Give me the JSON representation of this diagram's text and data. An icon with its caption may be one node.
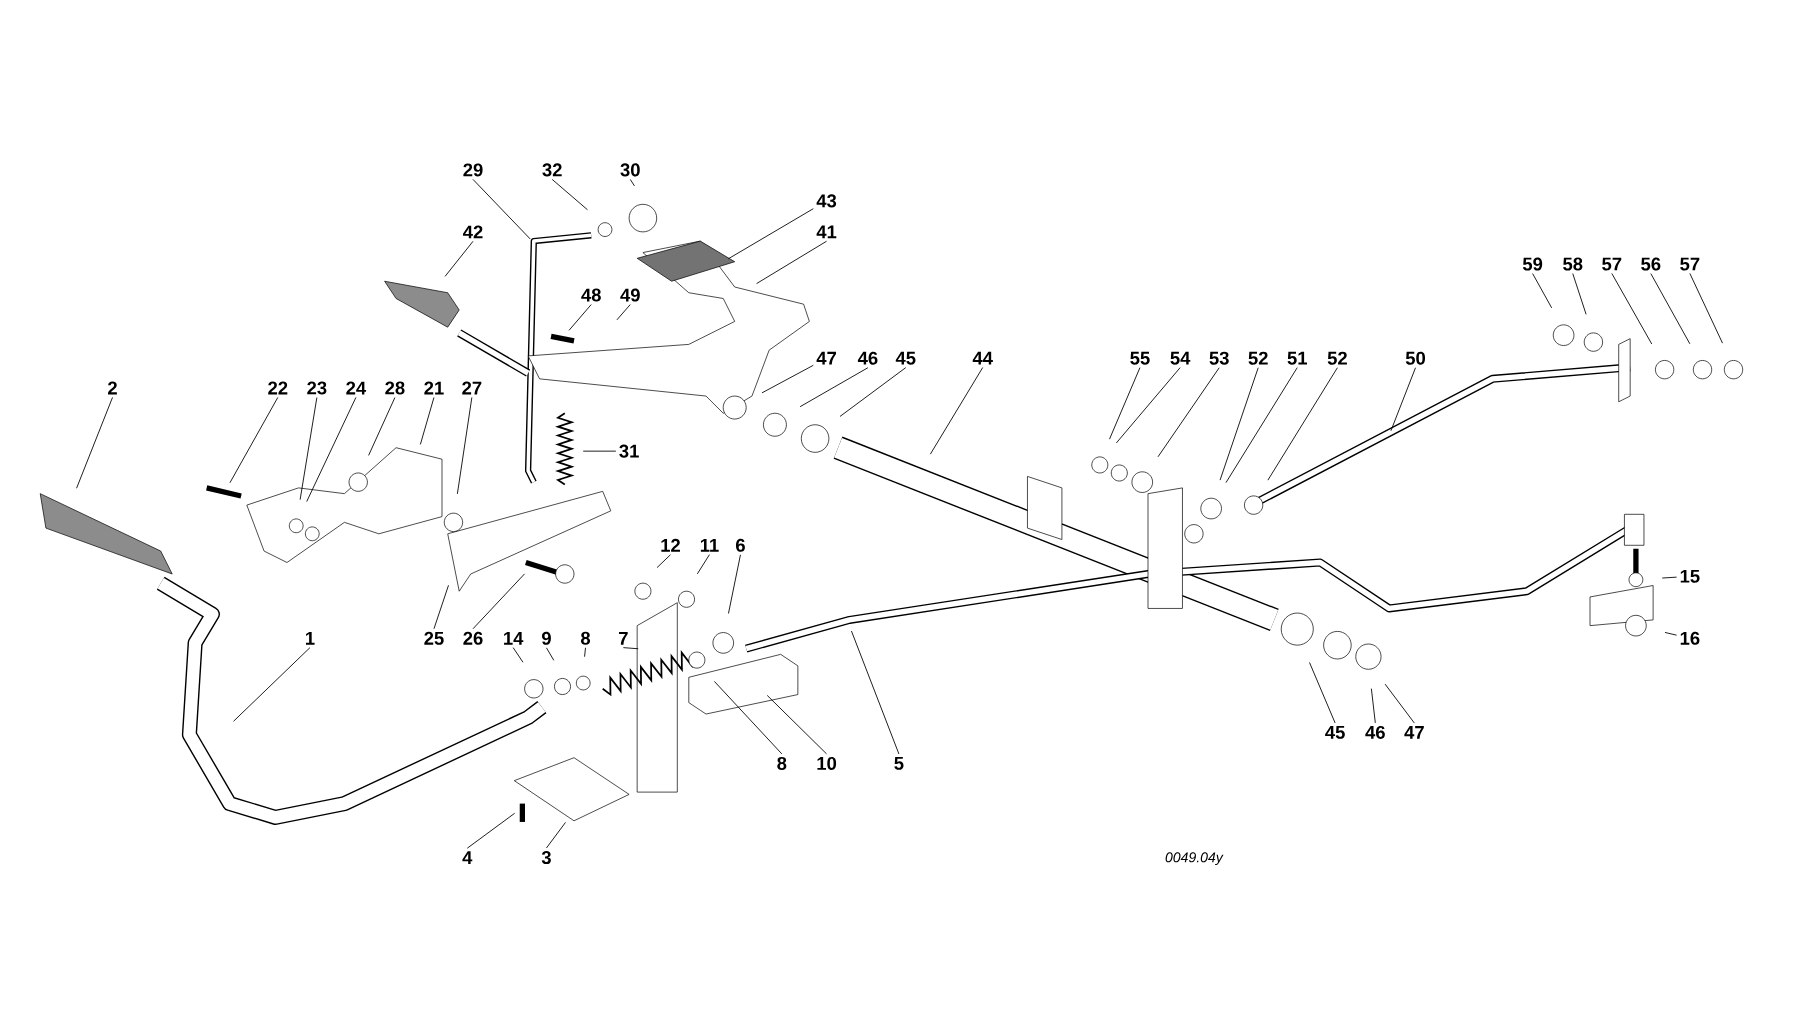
{
  "diagram": {
    "nodes": [
      {
        "text": [
          "29"
        ]
      },
      {
        "text": [
          "32"
        ]
      },
      {
        "text": [
          "30"
        ]
      },
      {
        "text": [
          "43"
        ]
      },
      {
        "text": [
          "41"
        ]
      },
      {
        "text": [
          "42"
        ]
      },
      {
        "text": [
          "48"
        ]
      },
      {
        "text": [
          "49"
        ]
      },
      {
        "text": [
          "47"
        ]
      },
      {
        "text": [
          "46"
        ]
      },
      {
        "text": [
          "45"
        ]
      },
      {
        "text": [
          "44"
        ]
      },
      {
        "text": [
          "55"
        ]
      },
      {
        "text": [
          "54"
        ]
      },
      {
        "text": [
          "53"
        ]
      },
      {
        "text": [
          "52"
        ]
      },
      {
        "text": [
          "51"
        ]
      },
      {
        "text": [
          "52"
        ]
      },
      {
        "text": [
          "50"
        ]
      },
      {
        "text": [
          "59"
        ]
      },
      {
        "text": [
          "58"
        ]
      },
      {
        "text": [
          "57"
        ]
      },
      {
        "text": [
          "56"
        ]
      },
      {
        "text": [
          "57"
        ]
      },
      {
        "text": [
          "2"
        ]
      },
      {
        "text": [
          "22"
        ]
      },
      {
        "text": [
          "23"
        ]
      },
      {
        "text": [
          "24"
        ]
      },
      {
        "text": [
          "28"
        ]
      },
      {
        "text": [
          "21"
        ]
      },
      {
        "text": [
          "27"
        ]
      },
      {
        "text": [
          "31"
        ]
      },
      {
        "text": [
          "12"
        ]
      },
      {
        "text": [
          "11"
        ]
      },
      {
        "text": [
          "6"
        ]
      },
      {
        "text": [
          "15"
        ]
      },
      {
        "text": [
          "16"
        ]
      },
      {
        "text": [
          "1"
        ]
      },
      {
        "text": [
          "25"
        ]
      },
      {
        "text": [
          "26"
        ]
      },
      {
        "text": [
          "14"
        ]
      },
      {
        "text": [
          "9"
        ]
      },
      {
        "text": [
          "8"
        ]
      },
      {
        "text": [
          "7"
        ]
      },
      {
        "text": [
          "45"
        ]
      },
      {
        "text": [
          "46"
        ]
      },
      {
        "text": [
          "47"
        ]
      },
      {
        "text": [
          "8"
        ]
      },
      {
        "text": [
          "10"
        ]
      },
      {
        "text": [
          "5"
        ]
      },
      {
        "text": [
          "4"
        ]
      },
      {
        "text": [
          "3"
        ]
      }
    ],
    "edges": [
      {
        "from": 0,
        "to": null,
        "arrow": "none"
      },
      {
        "from": 1,
        "to": null,
        "arrow": "none"
      },
      {
        "from": 2,
        "to": null,
        "arrow": "none"
      },
      {
        "from": 3,
        "to": null,
        "arrow": "none"
      },
      {
        "from": 4,
        "to": null,
        "arrow": "none"
      },
      {
        "from": 5,
        "to": null,
        "arrow": "none"
      },
      {
        "from": 6,
        "to": null,
        "arrow": "none"
      },
      {
        "from": 7,
        "to": null,
        "arrow": "none"
      },
      {
        "from": 8,
        "to": null,
        "arrow": "none"
      },
      {
        "from": 9,
        "to": null,
        "arrow": "none"
      },
      {
        "from": 10,
        "to": null,
        "arrow": "none"
      },
      {
        "from": 11,
        "to": null,
        "arrow": "none"
      },
      {
        "from": 12,
        "to": null,
        "arrow": "none"
      },
      {
        "from": 13,
        "to": null,
        "arrow": "none"
      },
      {
        "from": 14,
        "to": null,
        "arrow": "none"
      },
      {
        "from": 15,
        "to": null,
        "arrow": "none"
      },
      {
        "from": 16,
        "to": null,
        "arrow": "none"
      },
      {
        "from": 17,
        "to": null,
        "arrow": "none"
      },
      {
        "from": 18,
        "to": null,
        "arrow": "none"
      },
      {
        "from": 19,
        "to": null,
        "arrow": "none"
      },
      {
        "from": 20,
        "to": null,
        "arrow": "none"
      },
      {
        "from": 21,
        "to": null,
        "arrow": "none"
      },
      {
        "from": 22,
        "to": null,
        "arrow": "none"
      },
      {
        "from": 23,
        "to": null,
        "arrow": "none"
      },
      {
        "from": 24,
        "to": null,
        "arrow": "none"
      },
      {
        "from": 25,
        "to": null,
        "arrow": "none"
      },
      {
        "from": 26,
        "to": null,
        "arrow": "none"
      },
      {
        "from": 27,
        "to": null,
        "arrow": "none"
      },
      {
        "from": 28,
        "to": null,
        "arrow": "none"
      },
      {
        "from": 29,
        "to": null,
        "arrow": "none"
      },
      {
        "from": 30,
        "to": null,
        "arrow": "none"
      },
      {
        "from": 31,
        "to": null,
        "arrow": "none"
      },
      {
        "from": 32,
        "to": null,
        "arrow": "none"
      },
      {
        "from": 33,
        "to": null,
        "arrow": "none"
      },
      {
        "from": 34,
        "to": null,
        "arrow": "none"
      },
      {
        "from": 35,
        "to": null,
        "arrow": "none"
      },
      {
        "from": 36,
        "to": null,
        "arrow": "none"
      },
      {
        "from": 37,
        "to": null,
        "arrow": "none"
      },
      {
        "from": 38,
        "to": null,
        "arrow": "none"
      },
      {
        "from": 39,
        "to": null,
        "arrow": "none"
      },
      {
        "from": 40,
        "to": null,
        "arrow": "none"
      },
      {
        "from": 41,
        "to": null,
        "arrow": "none"
      },
      {
        "from": 42,
        "to": null,
        "arrow": "none"
      },
      {
        "from": 43,
        "to": null,
        "arrow": "none"
      },
      {
        "from": 44,
        "to": null,
        "arrow": "none"
      },
      {
        "from": 45,
        "to": null,
        "arrow": "none"
      },
      {
        "from": 46,
        "to": null,
        "arrow": "none"
      },
      {
        "from": 47,
        "to": null,
        "arrow": "none"
      },
      {
        "from": 48,
        "to": null,
        "arrow": "none"
      },
      {
        "from": 49,
        "to": null,
        "arrow": "none"
      },
      {
        "from": 50,
        "to": null,
        "arrow": "none"
      },
      {
        "from": 51,
        "to": null,
        "arrow": "none"
      }
    ],
    "labels": [
      "0049.04y"
    ]
  }
}
